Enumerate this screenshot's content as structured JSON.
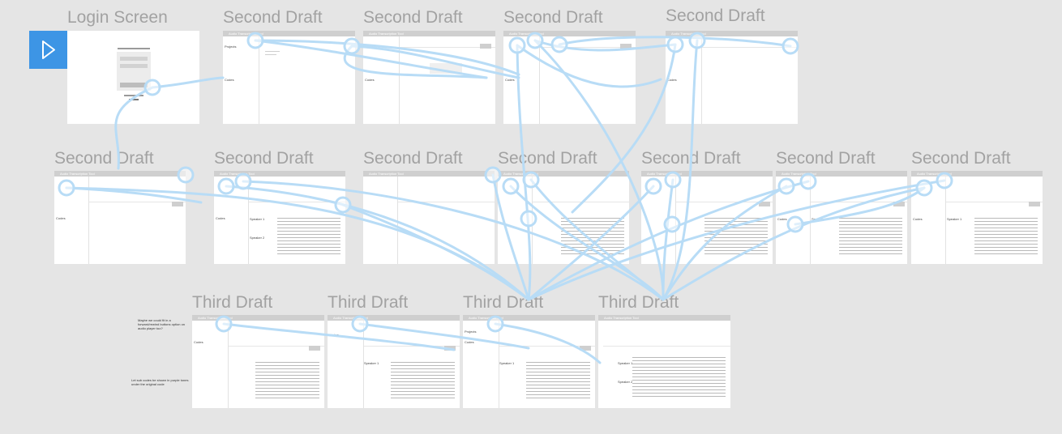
{
  "canvas": {
    "background": "#e5e5e5",
    "title_color": "#a2a2a2",
    "prototype_link_color": "#b8dcf6",
    "play_button_color": "#3d95e5"
  },
  "play_button": {
    "icon": "play-icon"
  },
  "app_title": "Audio Transcription Tool",
  "frames": [
    {
      "title": "Login Screen",
      "kind": "login"
    },
    {
      "title": "Second Draft",
      "kind": "projects"
    },
    {
      "title": "Second Draft",
      "kind": "projects"
    },
    {
      "title": "Second Draft",
      "kind": "projects"
    },
    {
      "title": "Second Draft",
      "kind": "projects"
    },
    {
      "title": "Second Draft",
      "kind": "editor"
    },
    {
      "title": "Second Draft",
      "kind": "editor"
    },
    {
      "title": "Second Draft",
      "kind": "editor"
    },
    {
      "title": "Second Draft",
      "kind": "editor"
    },
    {
      "title": "Second Draft",
      "kind": "editor"
    },
    {
      "title": "Second Draft",
      "kind": "editor"
    },
    {
      "title": "Second Draft",
      "kind": "editor"
    },
    {
      "title": "Third Draft",
      "kind": "editor"
    },
    {
      "title": "Third Draft",
      "kind": "editor"
    },
    {
      "title": "Third Draft",
      "kind": "editor"
    },
    {
      "title": "Third Draft",
      "kind": "editor"
    }
  ],
  "labels": {
    "projects": "Projects",
    "codes": "Codes",
    "speaker1": "Speaker 1",
    "speaker2": "Speaker 2"
  },
  "notes": {
    "audio_player": "Maybe we could fit in a forward/rewind buttons option on audio player too?",
    "sub_codes": "Let sub codes be shown in purple tones under the original code"
  }
}
